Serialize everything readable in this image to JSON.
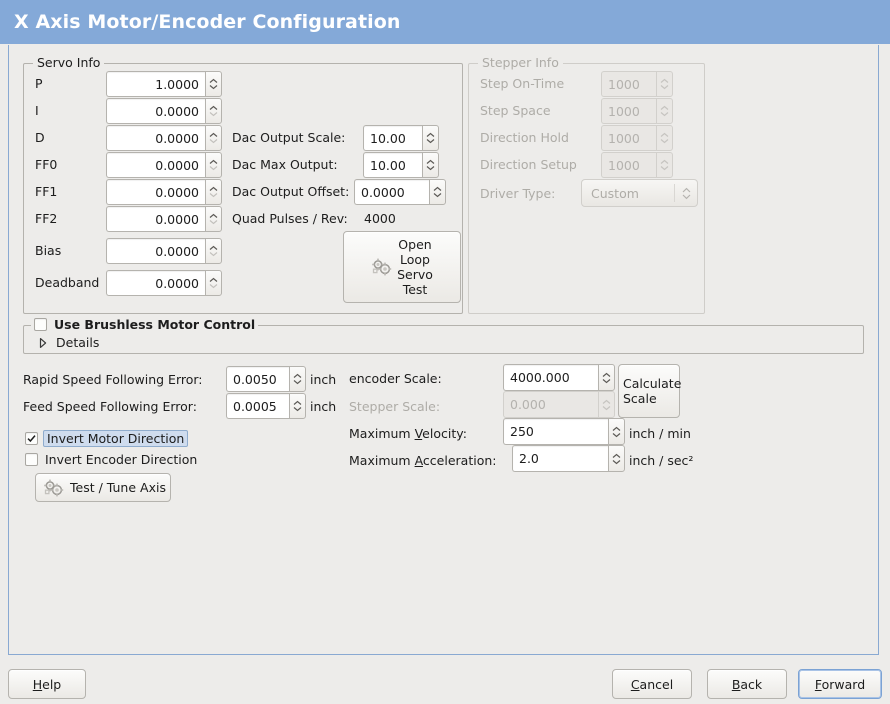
{
  "window": {
    "title": "X Axis Motor/Encoder Configuration",
    "titlebar_color": "#84a9d8",
    "background_color": "#edecea"
  },
  "servo_info": {
    "legend": "Servo Info",
    "pid_rows": [
      {
        "label": "P",
        "value": "1.0000",
        "has_down": true
      },
      {
        "label": "I",
        "value": "0.0000",
        "has_down": false
      },
      {
        "label": "D",
        "value": "0.0000",
        "has_down": false
      },
      {
        "label": "FF0",
        "value": "0.0000",
        "has_down": false
      },
      {
        "label": "FF1",
        "value": "0.0000",
        "has_down": false
      },
      {
        "label": "FF2",
        "value": "0.0000",
        "has_down": false
      },
      {
        "label": "Bias",
        "value": "0.0000",
        "has_down": false
      },
      {
        "label": "Deadband",
        "value": "0.0000",
        "has_down": false
      }
    ],
    "dac_output_scale": {
      "label": "Dac Output Scale:",
      "value": "10.00"
    },
    "dac_max_output": {
      "label": "Dac Max Output:",
      "value": "10.00"
    },
    "dac_output_offset": {
      "label": "Dac Output Offset:",
      "value": "0.0000"
    },
    "quad_pulses": {
      "label": "Quad Pulses / Rev:",
      "value": "4000"
    },
    "open_loop_button": {
      "line1": "Open",
      "line2": "Loop",
      "line3": "Servo",
      "line4": "Test",
      "icon": "gears-icon"
    }
  },
  "stepper_info": {
    "legend": "Stepper Info",
    "disabled": true,
    "rows": [
      {
        "label": "Step On-Time",
        "value": "1000"
      },
      {
        "label": "Step Space",
        "value": "1000"
      },
      {
        "label": "Direction Hold",
        "value": "1000"
      },
      {
        "label": "Direction Setup",
        "value": "1000"
      }
    ],
    "driver_type": {
      "label": "Driver Type:",
      "value": "Custom"
    }
  },
  "brushless": {
    "checkbox_label": "Use Brushless Motor Control",
    "checked": false,
    "details_label": "Details",
    "details_expanded": false
  },
  "tuning": {
    "rapid_error": {
      "label": "Rapid Speed Following Error:",
      "value": "0.0050",
      "unit": "inch"
    },
    "feed_error": {
      "label": "Feed Speed Following Error:",
      "value": "0.0005",
      "unit": "inch"
    },
    "invert_motor": {
      "label": "Invert Motor Direction",
      "checked": true,
      "focused": true
    },
    "invert_encoder": {
      "label": "Invert Encoder Direction",
      "checked": false,
      "focused": false
    },
    "test_tune_button": {
      "label": "Test / Tune Axis",
      "icon": "gears-icon"
    }
  },
  "scales": {
    "encoder_scale": {
      "label": "encoder Scale:",
      "value": "4000.000",
      "disabled": false
    },
    "stepper_scale": {
      "label": "Stepper Scale:",
      "value": "0.000",
      "disabled": true
    },
    "max_velocity": {
      "label_pre": "Maximum ",
      "label_mnemonic": "V",
      "label_post": "elocity:",
      "value": "250",
      "unit": "inch / min"
    },
    "max_accel": {
      "label_pre": "Maximum ",
      "label_mnemonic": "A",
      "label_post": "cceleration:",
      "value": "2.0",
      "unit": "inch / sec²"
    },
    "calculate_button": {
      "line1": "Calculate",
      "line2": "Scale"
    }
  },
  "footer": {
    "help": {
      "mnemonic": "H",
      "rest": "elp",
      "focused": false
    },
    "cancel": {
      "mnemonic": "C",
      "rest": "ancel",
      "focused": false
    },
    "back": {
      "mnemonic": "B",
      "rest": "ack",
      "focused": false
    },
    "forward": {
      "mnemonic": "F",
      "rest": "orward",
      "focused": true
    }
  }
}
